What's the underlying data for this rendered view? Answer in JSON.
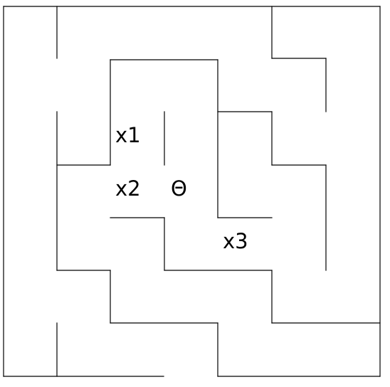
{
  "maze": {
    "labels": {
      "x1": "x1",
      "x2": "x2",
      "x3": "x3"
    },
    "player_symbol": "Θ",
    "colors": {
      "wall": "#000000",
      "background": "#ffffff",
      "text": "#000000"
    }
  }
}
